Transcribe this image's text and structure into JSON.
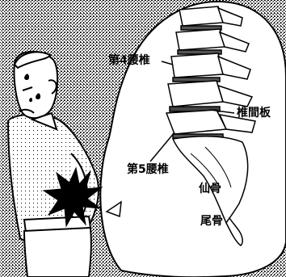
{
  "labels": {
    "l4": "第4腰椎",
    "intervertebral_disc": "椎間板",
    "l5": "第5腰椎",
    "sacrum": "仙骨",
    "coccyx": "尾骨"
  },
  "colors": {
    "ink": "#000000",
    "paper": "#ffffff",
    "pain_burst": "#000000"
  },
  "icons": {
    "sweat_drops": "sweat-drop-icon",
    "pain_burst": "pain-burst-icon"
  }
}
